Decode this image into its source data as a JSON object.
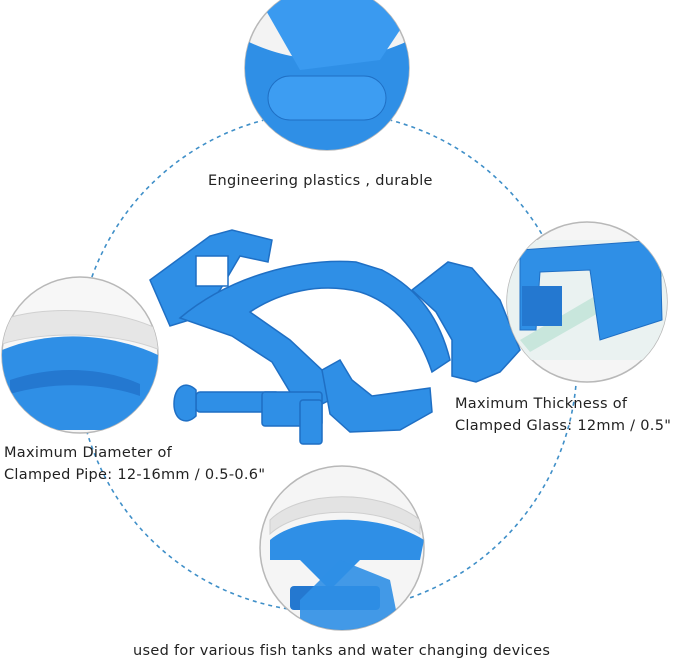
{
  "captions": {
    "top": "Engineering plastics ,  durable",
    "right_line1": "Maximum Thickness of",
    "right_line2": "Clamped Glass: 12mm / 0.5\"",
    "left_line1": "Maximum Diameter of",
    "left_line2": "Clamped Pipe: 12-16mm / 0.5-0.6\"",
    "bottom": "used for various fish tanks and water changing devices"
  },
  "colors": {
    "product_blue": "#2f8fe6",
    "product_blue_dark": "#1f6fc4",
    "circle_border": "#b8b8b8",
    "dashed_ring": "#3f8fc8"
  }
}
